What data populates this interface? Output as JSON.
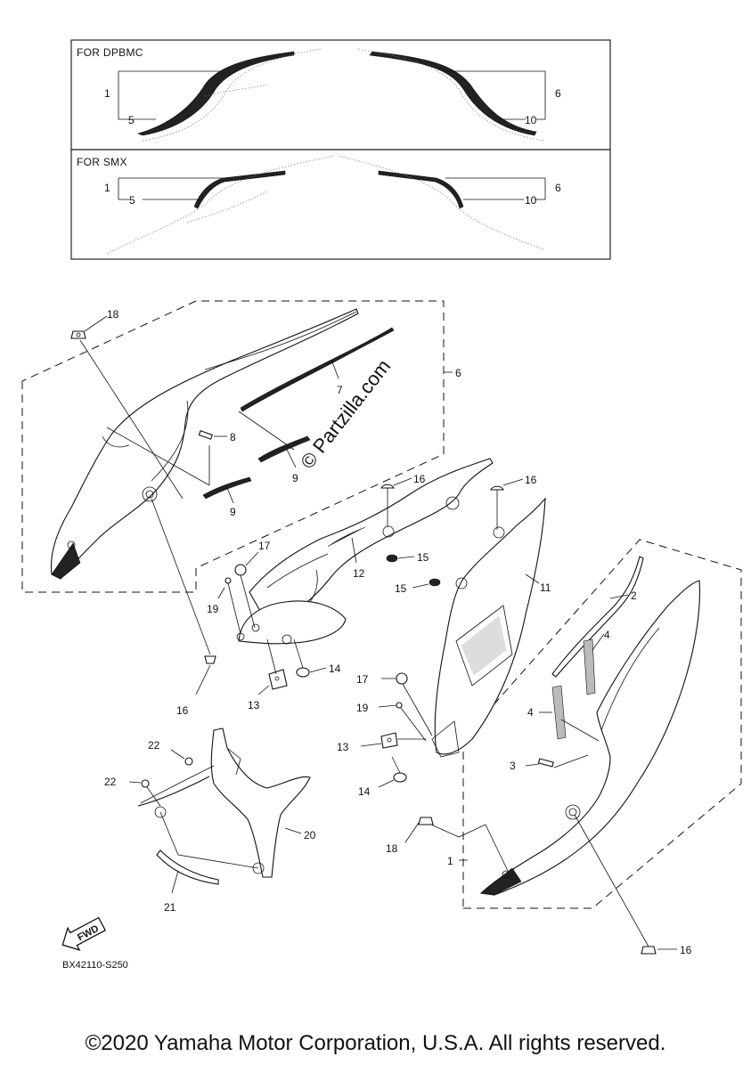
{
  "inset_top": {
    "label": "FOR DPBMC",
    "left_callouts": [
      "1",
      "5"
    ],
    "right_callouts": [
      "6",
      "10"
    ]
  },
  "inset_bottom": {
    "label": "FOR SMX",
    "left_callouts": [
      "1",
      "5"
    ],
    "right_callouts": [
      "6",
      "10"
    ]
  },
  "watermark": "© Partzilla.com",
  "callouts": {
    "c18a": "18",
    "c7": "7",
    "c6": "6",
    "c8": "8",
    "c9a": "9",
    "c9b": "9",
    "c16a": "16",
    "c16b": "16",
    "c12": "12",
    "c15a": "15",
    "c15b": "15",
    "c11": "11",
    "c17a": "17",
    "c19a": "19",
    "c2": "2",
    "c4a": "4",
    "c14a": "14",
    "c16c": "16",
    "c13a": "13",
    "c17b": "17",
    "c19b": "19",
    "c4b": "4",
    "c13b": "13",
    "c3": "3",
    "c22a": "22",
    "c22b": "22",
    "c14b": "14",
    "c20": "20",
    "c18b": "18",
    "c1": "1",
    "c21": "21",
    "c16d": "16"
  },
  "fwd_label": "FWD",
  "diagram_code": "BX42110-S250",
  "copyright": "©2020 Yamaha Motor Corporation, U.S.A. All rights reserved."
}
